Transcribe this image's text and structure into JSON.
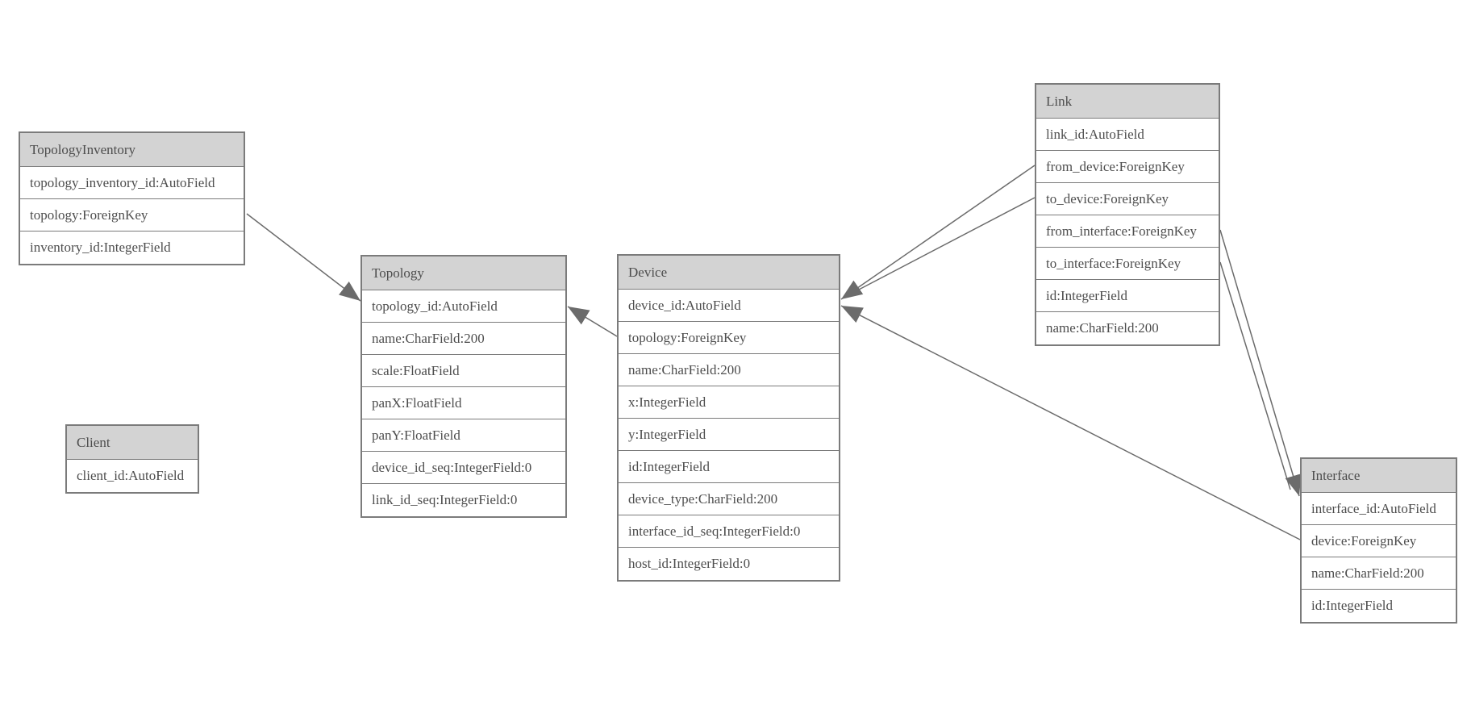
{
  "diagram": {
    "colors": {
      "background": "#ffffff",
      "header_fill": "#d3d3d3",
      "row_fill": "#ffffff",
      "border": "#7b7b7b",
      "text": "#4d4d4d",
      "edge_line": "#6b6b6b",
      "arrowhead": "#6b6b6b"
    },
    "entities": [
      {
        "name": "TopologyInventory",
        "fields": [
          "topology_inventory_id:AutoField",
          "topology:ForeignKey",
          "inventory_id:IntegerField"
        ]
      },
      {
        "name": "Topology",
        "fields": [
          "topology_id:AutoField",
          "name:CharField:200",
          "scale:FloatField",
          "panX:FloatField",
          "panY:FloatField",
          "device_id_seq:IntegerField:0",
          "link_id_seq:IntegerField:0"
        ]
      },
      {
        "name": "Client",
        "fields": [
          "client_id:AutoField"
        ]
      },
      {
        "name": "Device",
        "fields": [
          "device_id:AutoField",
          "topology:ForeignKey",
          "name:CharField:200",
          "x:IntegerField",
          "y:IntegerField",
          "id:IntegerField",
          "device_type:CharField:200",
          "interface_id_seq:IntegerField:0",
          "host_id:IntegerField:0"
        ]
      },
      {
        "name": "Link",
        "fields": [
          "link_id:AutoField",
          "from_device:ForeignKey",
          "to_device:ForeignKey",
          "from_interface:ForeignKey",
          "to_interface:ForeignKey",
          "id:IntegerField",
          "name:CharField:200"
        ]
      },
      {
        "name": "Interface",
        "fields": [
          "interface_id:AutoField",
          "device:ForeignKey",
          "name:CharField:200",
          "id:IntegerField"
        ]
      }
    ],
    "relations": [
      {
        "from": "TopologyInventory.topology",
        "to": "Topology"
      },
      {
        "from": "Device.topology",
        "to": "Topology"
      },
      {
        "from": "Link.from_device",
        "to": "Device"
      },
      {
        "from": "Link.to_device",
        "to": "Device"
      },
      {
        "from": "Link.from_interface",
        "to": "Interface"
      },
      {
        "from": "Link.to_interface",
        "to": "Interface"
      },
      {
        "from": "Interface.device",
        "to": "Device"
      }
    ]
  }
}
